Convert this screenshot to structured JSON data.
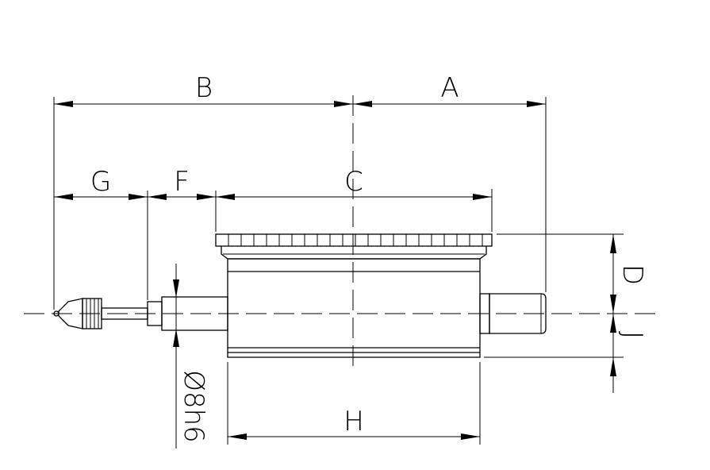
{
  "drawing": {
    "labels": {
      "a": "A",
      "b": "B",
      "c": "C",
      "d": "D",
      "f": "F",
      "g": "G",
      "h": "H",
      "j": "J",
      "stem_diameter": "Ø8h6"
    }
  }
}
